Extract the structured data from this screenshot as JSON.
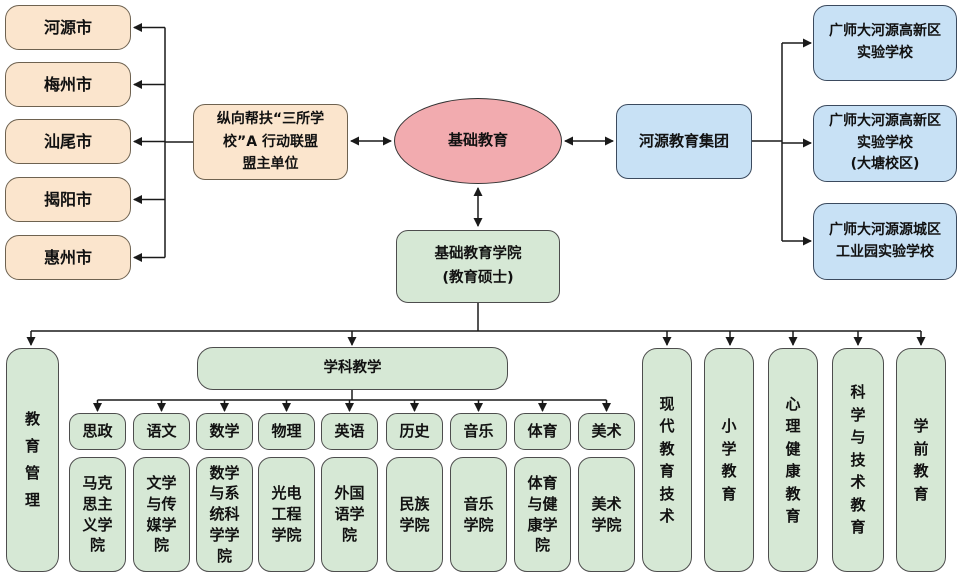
{
  "diagram": {
    "core": {
      "label": "基础教育"
    },
    "cities": [
      {
        "label": "河源市"
      },
      {
        "label": "梅州市"
      },
      {
        "label": "汕尾市"
      },
      {
        "label": "揭阳市"
      },
      {
        "label": "惠州市"
      }
    ],
    "alliance": {
      "label": "纵向帮扶“三所学\n校”A 行动联盟\n盟主单位"
    },
    "group": {
      "label": "河源教育集团"
    },
    "schools": [
      {
        "label": "广师大河源高新区\n实验学校"
      },
      {
        "label": "广师大河源高新区\n实验学校\n(大塘校区)"
      },
      {
        "label": "广师大河源源城区\n工业园实验学校"
      }
    ],
    "main_college": {
      "label": "基础教育学院\n(教育硕士)"
    },
    "education_management": {
      "label": "教\n育\n管\n理"
    },
    "subject_teaching": {
      "label": "学科教学"
    },
    "subjects": [
      {
        "subject": "思政",
        "college": "马克\n思主\n义学\n院"
      },
      {
        "subject": "语文",
        "college": "文学\n与传\n媒学\n院"
      },
      {
        "subject": "数学",
        "college": "数学\n与系\n统科\n学学\n院"
      },
      {
        "subject": "物理",
        "college": "光电\n工程\n学院"
      },
      {
        "subject": "英语",
        "college": "外国\n语学\n院"
      },
      {
        "subject": "历史",
        "college": "民族\n学院"
      },
      {
        "subject": "音乐",
        "college": "音乐\n学院"
      },
      {
        "subject": "体育",
        "college": "体育\n与健\n康学\n院"
      },
      {
        "subject": "美术",
        "college": "美术\n学院"
      }
    ],
    "programs": [
      {
        "label": "现\n代\n教\n育\n技\n术"
      },
      {
        "label": "小\n学\n教\n育"
      },
      {
        "label": "心\n理\n健\n康\n教\n育"
      },
      {
        "label": "科\n学\n与\n技\n术\n教\n育"
      },
      {
        "label": "学\n前\n教\n育"
      }
    ],
    "colors": {
      "city_fill": "#fbe5cd",
      "school_fill": "#c8e1f5",
      "core_fill": "#f2abaf",
      "college_fill": "#d6e8d5",
      "line": "#1a1a1a"
    }
  }
}
